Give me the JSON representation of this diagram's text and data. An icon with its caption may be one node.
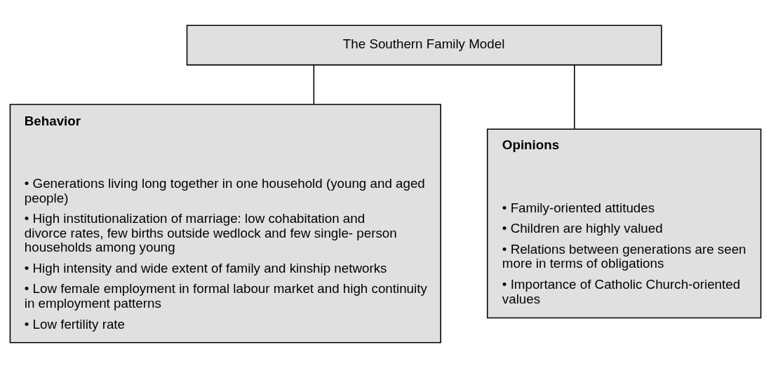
{
  "diagram": {
    "nodes": [
      {
        "text": [
          "The Southern Family Model"
        ]
      },
      {
        "text": [
          "Behavior",
          "• Generations living long together in one household (young and aged people)",
          "• High institutionalization of marriage: low cohabitation and divorce rates, few births outside wedlock and few single- person households among young",
          "• High intensity and wide extent of family and kinship networks",
          "• Low female employment in formal labour market and high continuity in employment patterns",
          "• Low fertility rate"
        ]
      },
      {
        "text": [
          "Opinions",
          "• Family-oriented attitudes",
          "• Children are highly valued",
          "• Relations between generations are seen more in terms of obligations",
          "• Importance of Catholic Church-oriented values"
        ]
      }
    ],
    "edges": [
      {
        "from": 0,
        "to": 1,
        "arrow": "none"
      },
      {
        "from": 0,
        "to": 2,
        "arrow": "none"
      }
    ]
  }
}
